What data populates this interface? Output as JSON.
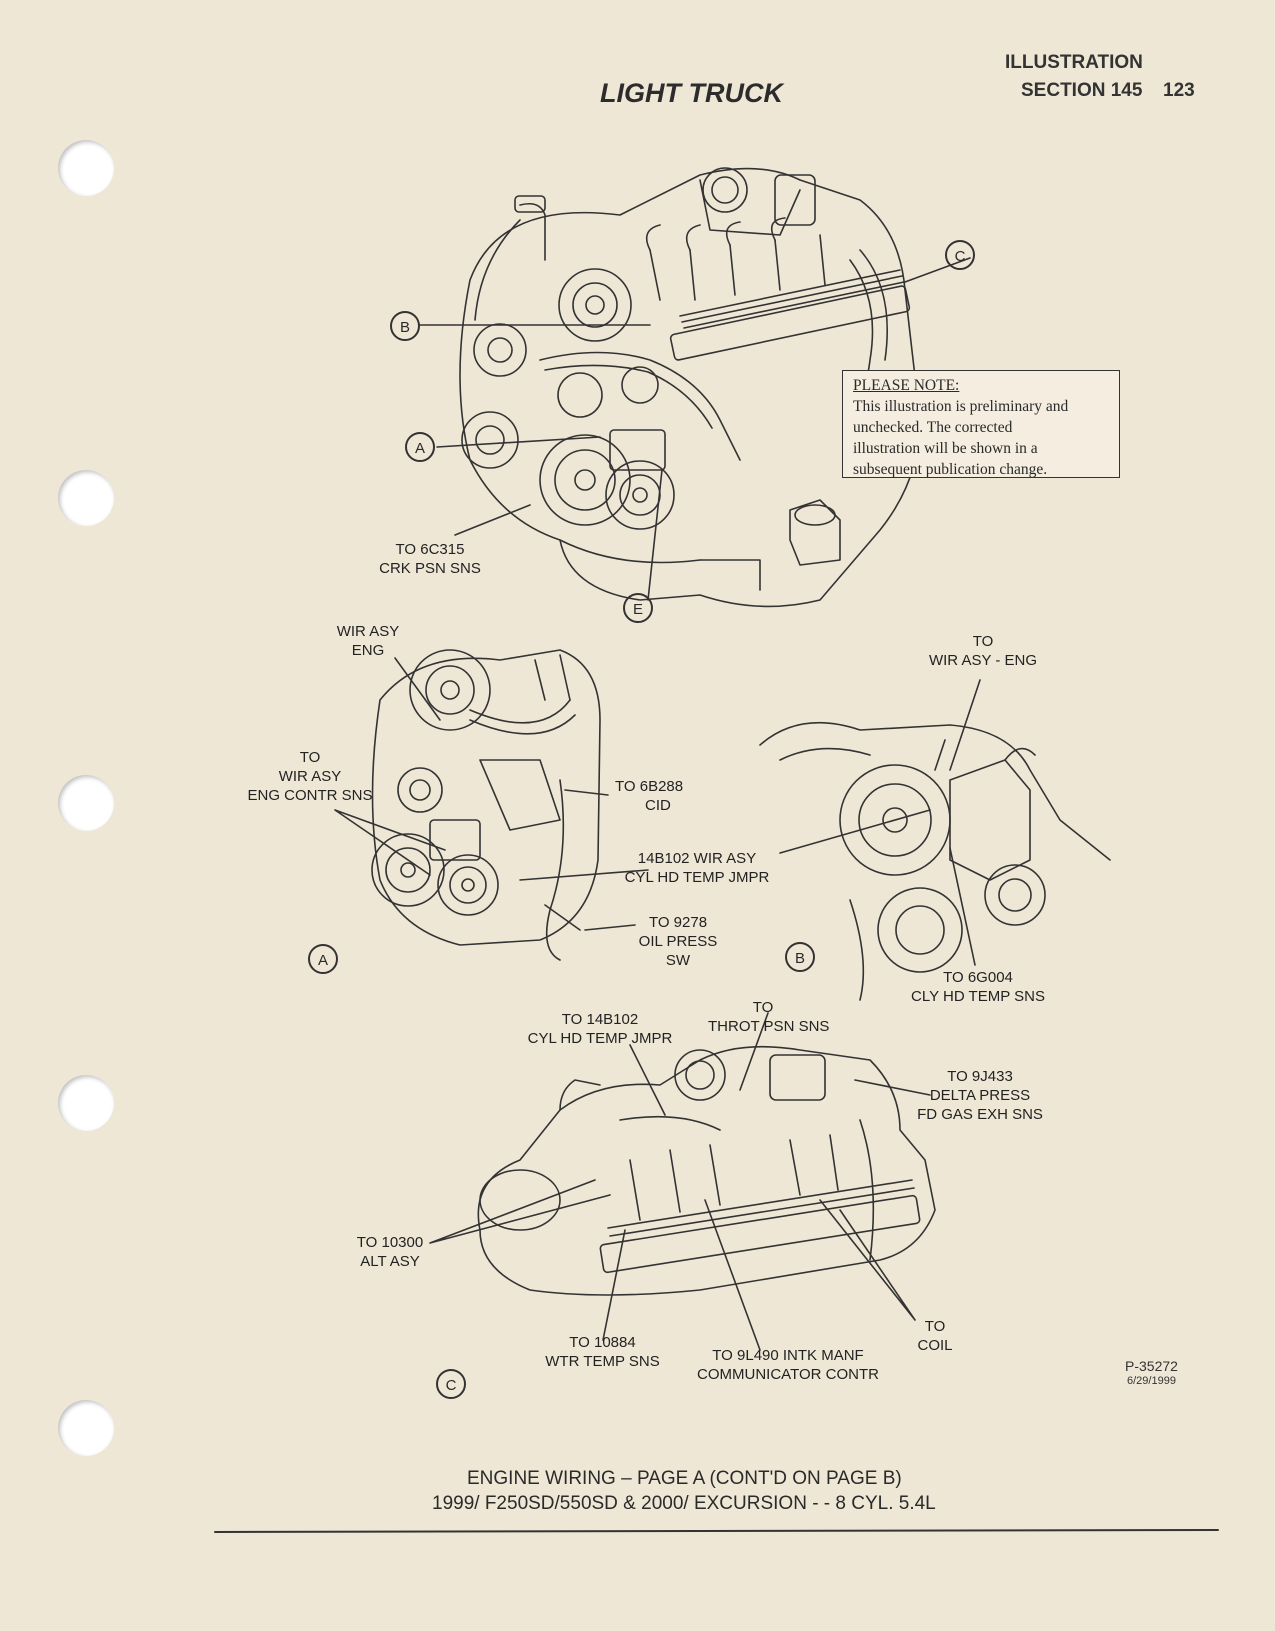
{
  "header": {
    "title": "LIGHT TRUCK",
    "illustration": "ILLUSTRATION",
    "section": "SECTION 145",
    "page_number": "123"
  },
  "note": {
    "title": "PLEASE NOTE:",
    "lines": [
      "This illustration is preliminary and",
      "unchecked.  The corrected",
      "illustration will be shown in a",
      "subsequent publication change."
    ]
  },
  "main_view": {
    "callouts": [
      "A",
      "B",
      "C",
      "E"
    ],
    "labels": {
      "crank_sensor": [
        "TO 6C315",
        "CRK PSN SNS"
      ]
    }
  },
  "view_a": {
    "callout": "A",
    "labels": {
      "wir_asy_eng": [
        "WIR ASY",
        "ENG"
      ],
      "to_wir_asy": [
        "TO",
        "WIR ASY",
        "ENG CONTR SNS"
      ],
      "cid": [
        "TO 6B288",
        "CID"
      ],
      "jumper": [
        "14B102 WIR ASY",
        "CYL HD TEMP JMPR"
      ],
      "oil": [
        "TO 9278",
        "OIL PRESS",
        "SW"
      ]
    }
  },
  "view_b": {
    "callout": "B",
    "labels": {
      "to_wir": [
        "TO",
        "WIR ASY - ENG"
      ],
      "cly_hd": [
        "TO 6G004",
        "CLY HD TEMP SNS"
      ]
    }
  },
  "view_c": {
    "callout": "C",
    "labels": {
      "jmpr": [
        "TO 14B102",
        "CYL HD TEMP JMPR"
      ],
      "throt": [
        "TO",
        "THROT PSN SNS"
      ],
      "delta": [
        "TO 9J433",
        "DELTA PRESS",
        "FD GAS EXH SNS"
      ],
      "alt": [
        "TO 10300",
        "ALT ASY"
      ],
      "wtr": [
        "TO 10884",
        "WTR TEMP SNS"
      ],
      "manf": [
        "TO 9L490 INTK MANF",
        "COMMUNICATOR CONTR"
      ],
      "coil": [
        "TO",
        "COIL"
      ]
    }
  },
  "figure_id": {
    "code": "P-35272",
    "date": "6/29/1999"
  },
  "footer": {
    "line1": "ENGINE WIRING – PAGE A (CONT'D ON PAGE B)",
    "line2": "1999/ F250SD/550SD & 2000/ EXCURSION - - 8 CYL. 5.4L"
  }
}
